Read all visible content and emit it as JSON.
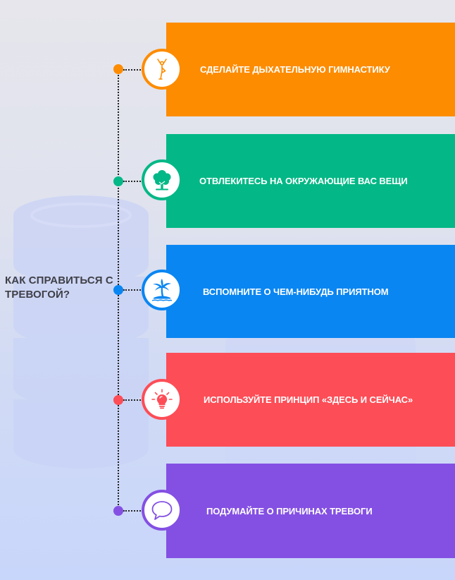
{
  "title": "КАК СПРАВИТЬСЯ С ТРЕВОГОЙ?",
  "colors": {
    "title": "#3f3f47",
    "timeline": "#222222",
    "background": "#dfe2ee"
  },
  "steps": [
    {
      "label": "СДЕЛАЙТЕ ДЫХАТЕЛЬНУЮ ГИМНАСТИКУ",
      "icon": "yoga-pose-icon",
      "color": "#fd8c00"
    },
    {
      "label": "ОТВЛЕКИТЕСЬ НА ОКРУЖАЮЩИЕ ВАС ВЕЩИ",
      "icon": "tree-icon",
      "color": "#03b886"
    },
    {
      "label": "ВСПОМНИТЕ О ЧЕМ-НИБУДЬ ПРИЯТНОМ",
      "icon": "palm-island-icon",
      "color": "#0a86f2"
    },
    {
      "label": "ИСПОЛЬЗУЙТЕ ПРИНЦИП «ЗДЕСЬ И СЕЙЧАС»",
      "icon": "light-bulb-icon",
      "color": "#fd4d57"
    },
    {
      "label": "ПОДУМАЙТЕ О ПРИЧИНАХ ТРЕВОГИ",
      "icon": "speech-bubble-icon",
      "color": "#8450e3"
    }
  ]
}
